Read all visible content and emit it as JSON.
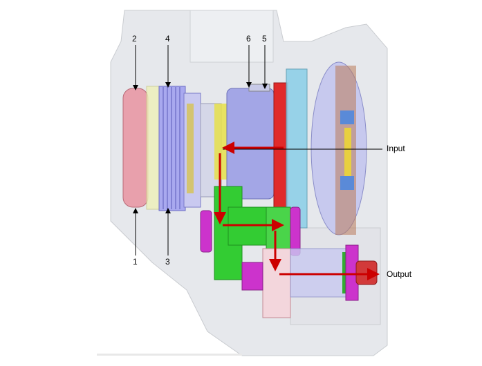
{
  "callouts": {
    "c1": "1",
    "c2": "2",
    "c3": "3",
    "c4": "4",
    "c5": "5",
    "c6": "6"
  },
  "flow": {
    "input": "Input",
    "output": "Output"
  },
  "colors": {
    "flow_arrow": "#cc0000",
    "housing": "#d9dbe0",
    "clutch_red": "#e8a0ac",
    "gear_green": "#33cc33",
    "magenta": "#cc33cc",
    "blue_clutch": "#8e8ee8"
  }
}
